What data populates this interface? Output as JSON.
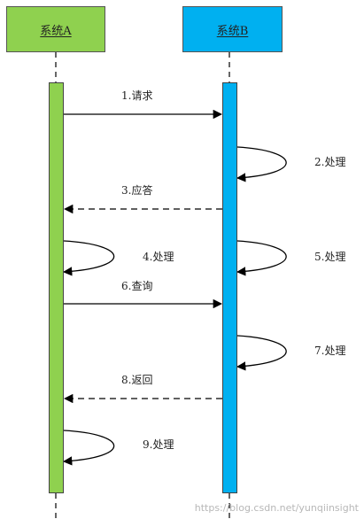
{
  "participants": {
    "a": {
      "name": "系统A",
      "color": "#8fd14f"
    },
    "b": {
      "name": "系统B",
      "color": "#00b0f0"
    }
  },
  "messages": {
    "m1": "1.请求",
    "m2": "2.处理",
    "m3": "3.应答",
    "m4": "4.处理",
    "m5": "5.处理",
    "m6": "6.查询",
    "m7": "7.处理",
    "m8": "8.返回",
    "m9": "9.处理"
  },
  "watermark": "https://blog.csdn.net/yunqiinsight"
}
